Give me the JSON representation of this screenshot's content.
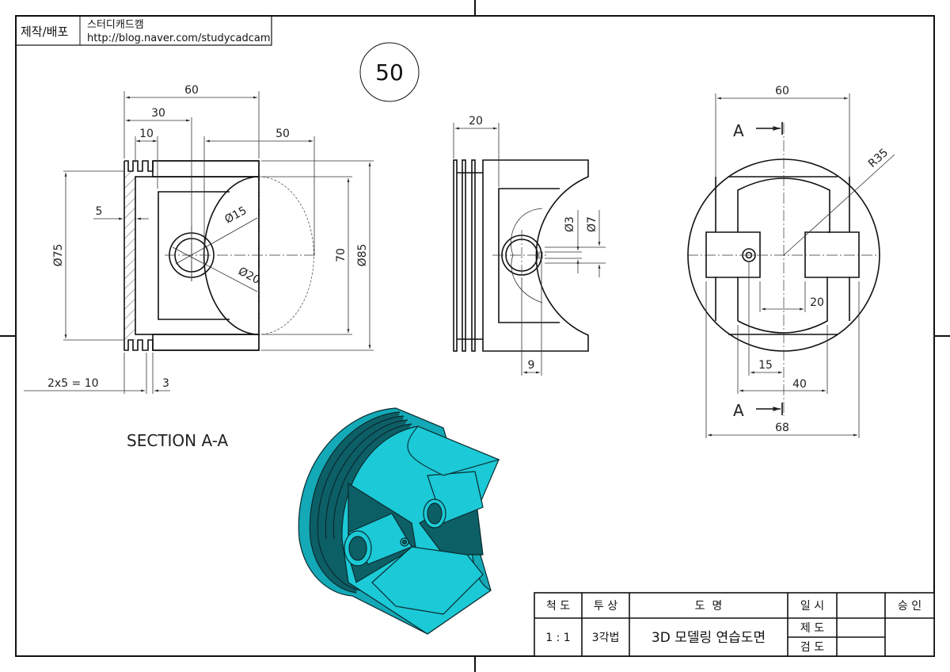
{
  "header": {
    "producer_label": "제작/배포",
    "producer_name": "스터디캐드캠",
    "producer_url": "http://blog.naver.com/studycadcam"
  },
  "drawing_number": "50",
  "section_view": {
    "title": "SECTION A-A",
    "dims": {
      "overall_length": "60",
      "pin_offset": "30",
      "ring_zone": "10",
      "cut_depth": "50",
      "wall": "5",
      "dia_inner": "Ø75",
      "dia_outer": "Ø85",
      "cavity": "70",
      "pin_inner": "Ø15",
      "pin_outer": "Ø20",
      "grooves": "2x5 = 10",
      "groove_width": "3"
    }
  },
  "side_view": {
    "dims": {
      "head": "20",
      "hole_small": "Ø3",
      "hole_large": "Ø7",
      "hole_offset": "9"
    }
  },
  "front_view": {
    "section_mark": "A",
    "dims": {
      "width": "60",
      "radius": "R35",
      "boss_gap": "20",
      "hole_pos": "15",
      "inner_width": "40",
      "overall": "68"
    }
  },
  "title_block": {
    "headers": {
      "scale": "척 도",
      "projection": "투 상",
      "name": "도  명",
      "date": "일 시",
      "approval": "승 인"
    },
    "scale": "1 : 1",
    "projection": "3각법",
    "name": "3D 모델링 연습도면",
    "drafted": "제 도",
    "checked": "검 도"
  },
  "colors": {
    "model_light": "#1cc9d6",
    "model_mid": "#14a9b6",
    "model_dark": "#0d5f66"
  }
}
